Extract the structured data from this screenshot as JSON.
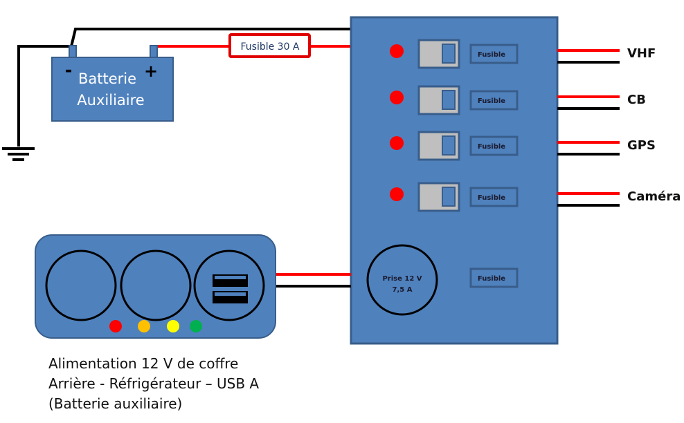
{
  "title": "Schéma de câblage - Batterie auxiliaire",
  "colors": {
    "panel": "#4f81bd",
    "panel_border": "#385d8a",
    "switch": "#bfbfbf",
    "positive_wire": "#ff0000",
    "negative_wire": "#000000",
    "led_red": "#ff0000"
  },
  "battery": {
    "line1": "Batterie",
    "line2": "Auxiliaire",
    "negative_symbol": "-",
    "positive_symbol": "+"
  },
  "main_fuse": {
    "label": "Fusible 30 A"
  },
  "panel": {
    "circuits": [
      {
        "name": "VHF",
        "fuse_label": "Fusible"
      },
      {
        "name": "CB",
        "fuse_label": "Fusible"
      },
      {
        "name": "GPS",
        "fuse_label": "Fusible"
      },
      {
        "name": "Caméra",
        "fuse_label": "Fusible"
      }
    ],
    "socket": {
      "line1": "Prise 12 V",
      "line2": "7,5 A",
      "fuse_label": "Fusible"
    }
  },
  "rear_unit": {
    "leds": [
      "#ff0000",
      "#ffc000",
      "#ffff00",
      "#00b050"
    ],
    "caption": [
      "Alimentation 12 V de coffre",
      "Arrière - Réfrigérateur – USB A",
      "(Batterie auxiliaire)"
    ]
  }
}
